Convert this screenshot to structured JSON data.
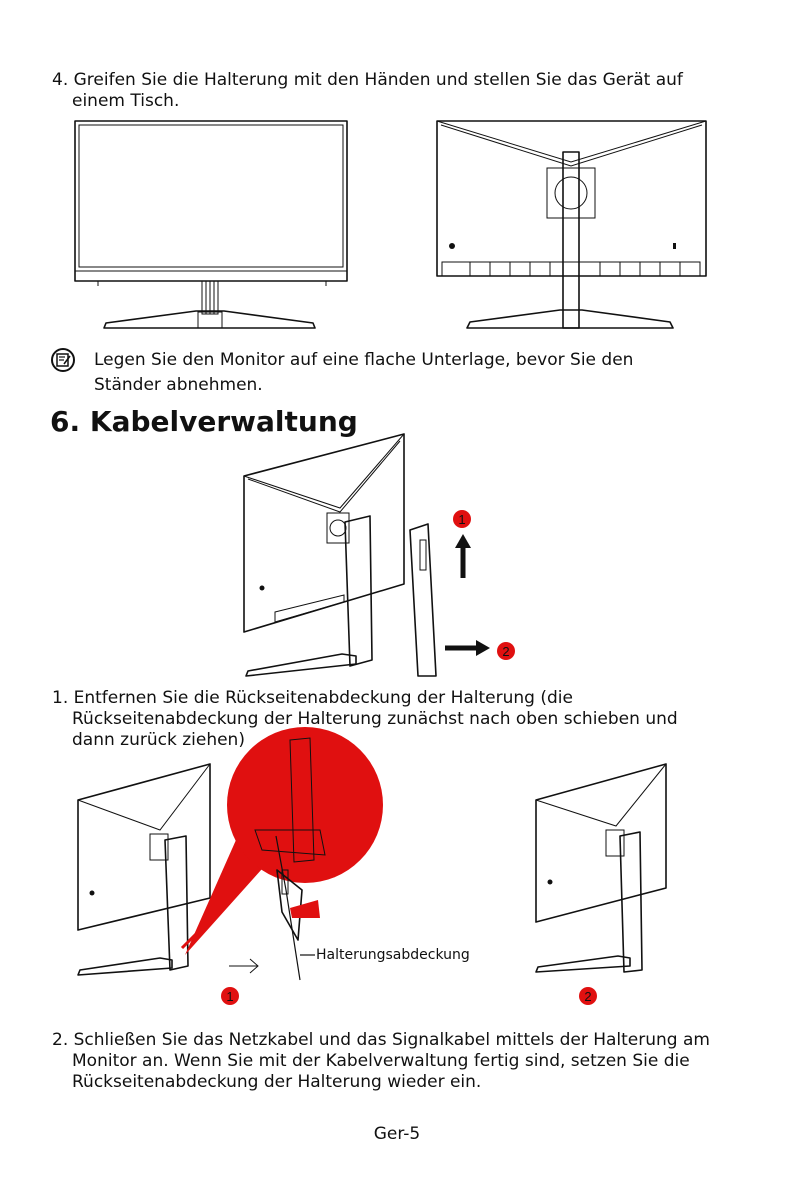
{
  "step4": {
    "line1": "4. Greifen Sie die Halterung mit den Händen und stellen Sie das Gerät auf",
    "line2": "einem Tisch."
  },
  "note": {
    "icon": "note-icon",
    "line1": "Legen Sie den Monitor auf eine flache Unterlage, bevor Sie den",
    "line2": "Ständer abnehmen."
  },
  "section": {
    "title": "6. Kabelverwaltung"
  },
  "fig2": {
    "marker1": "1",
    "marker2": "2"
  },
  "step1": {
    "line1": "1. Entfernen Sie die Rückseitenabdeckung der Halterung (die",
    "line2": "Rückseitenabdeckung der Halterung zunächst nach oben schieben und",
    "line3": "dann zurück ziehen)"
  },
  "fig3": {
    "label": "Halterungsabdeckung",
    "marker1": "1",
    "marker2": "2"
  },
  "step2": {
    "line1": "2. Schließen Sie das Netzkabel und das Signalkabel mittels der Halterung am",
    "line2": "Monitor an. Wenn Sie mit der Kabelverwaltung fertig sind, setzen Sie die",
    "line3": "Rückseitenabdeckung der Halterung wieder ein."
  },
  "footer": {
    "page": "Ger-5"
  },
  "colors": {
    "marker": "#e01010",
    "ink": "#111111"
  }
}
